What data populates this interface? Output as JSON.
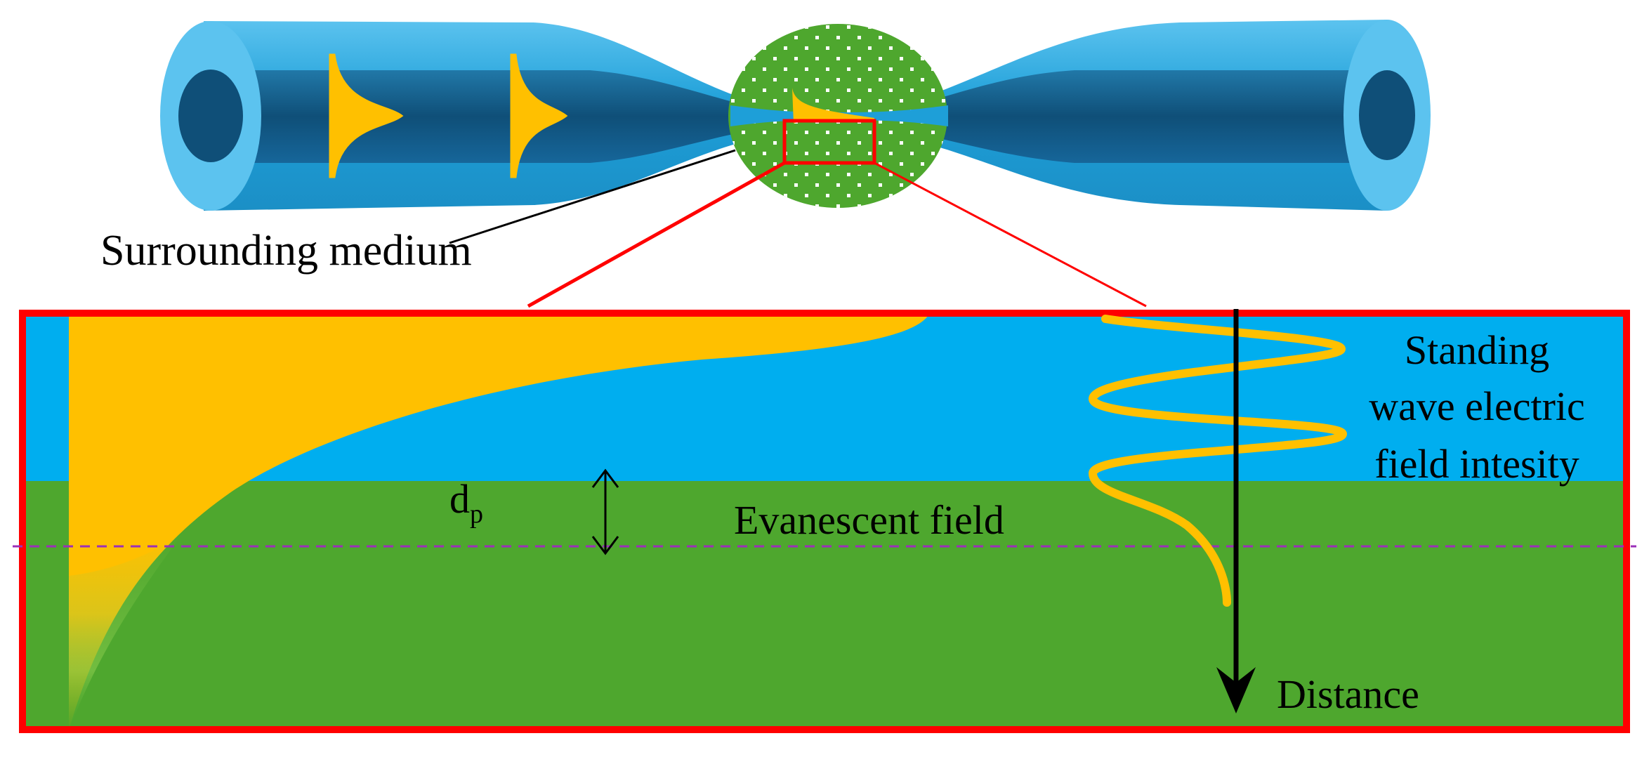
{
  "labels": {
    "surrounding_medium": "Surrounding medium",
    "standing_wave": [
      "Standing",
      "wave electric",
      "field intesity"
    ],
    "penetration_depth_main": "d",
    "penetration_depth_sub": "p",
    "evanescent_field": "Evanescent field",
    "distance": "Distance"
  },
  "colors": {
    "fiber_cladding": "#1e9fd8",
    "fiber_core": "#0f4f78",
    "medium_green": "#4ea72e",
    "field_yellow": "#ffc000",
    "zoom_box_red": "#ff0000",
    "fiber_zoom_blue": "#00aeef",
    "dashed_line": "#9b30b8"
  }
}
